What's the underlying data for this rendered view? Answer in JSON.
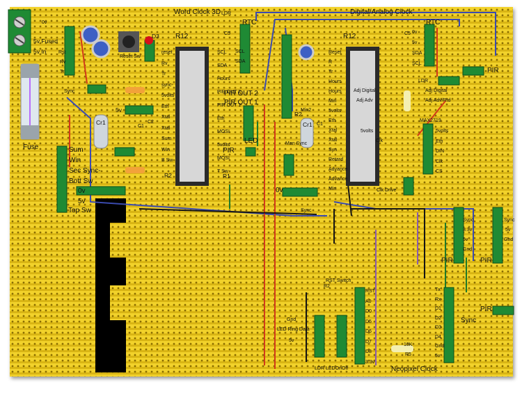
{
  "titles": {
    "word_clock": "Word Clock 3D",
    "ldr_top": "LDR",
    "digital_clock": "Digital/Analog Clock",
    "neopixel": "Neopixel Clock"
  },
  "power": {
    "v0": "0v",
    "fused": "5v Fused",
    "v5in": "5v In",
    "rst": "Rst",
    "rv": "Rv",
    "tr": "Tr",
    "fuse": "Fuse",
    "reset_sw": "Reset Sw",
    "d3": "D3",
    "sync": "Sync",
    "v5": "5v"
  },
  "left_switches": {
    "sum": "Sum",
    "win": "Win",
    "sec_sync": "Sec Sync-",
    "bott_sw": "Bott Sw",
    "v0": "0v",
    "v5": "5v",
    "top_sw": "Top Sw"
  },
  "word_clock": {
    "r12": "R12",
    "rtc": "RTC",
    "c5": "C5",
    "chip_left": [
      "reset",
      "Rv",
      "Tr",
      "sync-",
      "5volts",
      "Eth",
      "Xtal",
      "Xtal",
      "Sum",
      "Win",
      "B Sw"
    ],
    "chip_right": [
      "SCL",
      "SDA",
      "Hours",
      "PIR OUT 2",
      "PIR OUT 1",
      "Eth",
      "MOSI",
      "5volts",
      "MOSI",
      "T Sw"
    ],
    "rtc_pins": [
      "SCL",
      "SDA"
    ],
    "cr1": "Cr1",
    "c1": "C1",
    "c2": "C2",
    "r2": "R2",
    "r1": "R1",
    "led": "LED",
    "pir": "PIR",
    "pir_out_2": "PIR OUT 2",
    "pir_out_1": "PIR OUT 1"
  },
  "digital_clock": {
    "r12": "R12",
    "rtc": "RTC",
    "c5": "C5",
    "ldr": "LDR",
    "pir": "PIR",
    "r2": "R2",
    "cr1": "Cr1",
    "c1": "C1",
    "rtc_pins": [
      "0v",
      "5v",
      "SDA",
      "SCL"
    ],
    "chip_left": [
      "Reset",
      "R",
      "Tr",
      "Hours",
      "Hours",
      "Min",
      "5volts",
      "Eth",
      "Xtal",
      "Xtal",
      "Syn",
      "Retard",
      "Advance",
      "Advance",
      "Min"
    ],
    "chip_right": [
      "Adj Digital",
      "Adj Adv",
      "5volts",
      "Clk",
      "Clk Drive"
    ],
    "rtc_side": [
      "Adj Digital",
      "Adj Adv/Rtd"
    ],
    "max": "MAX2719",
    "max_pins": [
      "5volts",
      "Eth",
      "DIN",
      "Clk",
      "CS"
    ],
    "min2": "Min2",
    "man_sync": "Man Sync",
    "v0": "0v",
    "sync": "Sync"
  },
  "right_header": {
    "pins": [
      "Sync",
      "3.3v",
      "5v",
      "Gnd"
    ],
    "sync2": "Sync",
    "v5": "5v",
    "gnd": "Gnd",
    "pir1": "PIR",
    "pir2": "PIR",
    "pir3": "PIR",
    "sync_lbl": "Sync"
  },
  "neopixel": {
    "rst_switch": "RST Switch",
    "r2": "R2",
    "pins": [
      "RST",
      "A0",
      "D0",
      "D5",
      "D6",
      "D7",
      "D8",
      "3.3v"
    ],
    "left_pins": [
      "Gnd",
      "LED Ring Data",
      "5v"
    ],
    "ldr": "LDR",
    "led_onoff": "LEDOnOff",
    "r5": "R5",
    "r5_val": "10K",
    "right_pins": [
      "Tx",
      "Rx",
      "D1",
      "D2",
      "D3",
      "D4",
      "Gnd",
      "5v"
    ]
  },
  "colors": {
    "board": "#e8c61e",
    "track": "#d9b514",
    "wire_blue": "#3b4bb0",
    "wire_red": "#d23a1a",
    "wire_black": "#151515",
    "wire_green": "#1e7a2a",
    "wire_purple": "#8a5ab0",
    "header": "#1f8a34"
  }
}
